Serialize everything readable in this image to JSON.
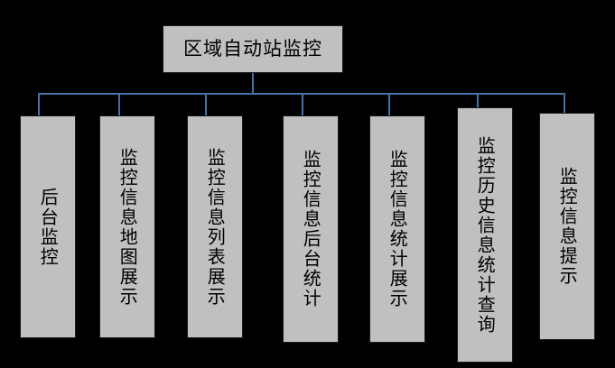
{
  "diagram": {
    "type": "hierarchy-tree",
    "title": "区域自动站监控",
    "background_color": "#000000",
    "node_fill_color": "#c0c0c0",
    "node_border_color": "#1a1a1a",
    "connector_color": "#4472a8",
    "root": {
      "label": "区域自动站监控",
      "orientation": "horizontal"
    },
    "children": [
      {
        "label": "后台监控",
        "orientation": "vertical"
      },
      {
        "label": "监控信息地图展示",
        "orientation": "vertical"
      },
      {
        "label": "监控信息列表展示",
        "orientation": "vertical"
      },
      {
        "label": "监控信息后台统计",
        "orientation": "vertical"
      },
      {
        "label": "监控信息统计展示",
        "orientation": "vertical"
      },
      {
        "label": "监控历史信息统计查询",
        "orientation": "vertical"
      },
      {
        "label": "监控信息提示",
        "orientation": "vertical"
      }
    ]
  }
}
